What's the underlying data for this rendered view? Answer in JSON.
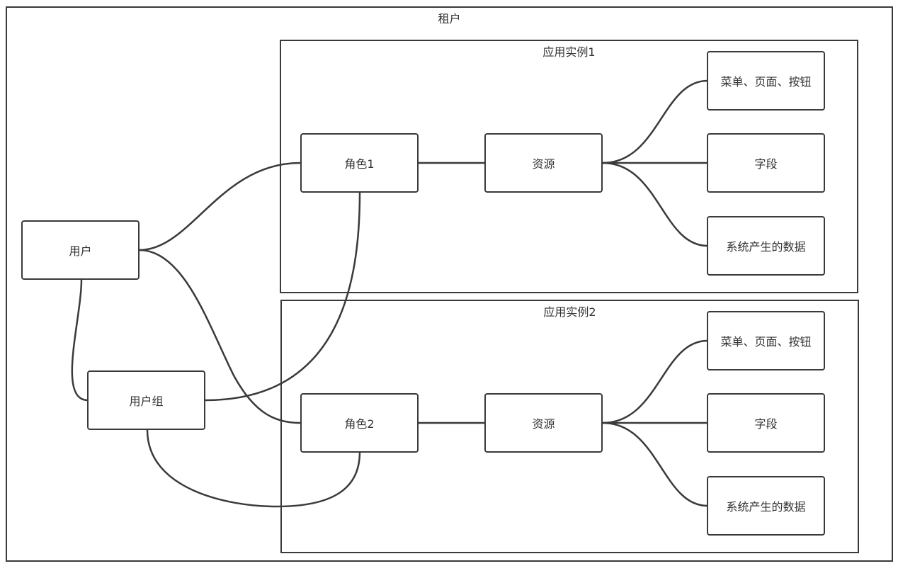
{
  "tenant": {
    "label": "租户"
  },
  "instances": [
    {
      "label": "应用实例1"
    },
    {
      "label": "应用实例2"
    }
  ],
  "nodes": {
    "user": "用户",
    "user_group": "用户组",
    "role1": "角色1",
    "role2": "角色2",
    "resource1": "资源",
    "resource2": "资源",
    "menu1": "菜单、页面、按钮",
    "field1": "字段",
    "sysdata1": "系统产生的数据",
    "menu2": "菜单、页面、按钮",
    "field2": "字段",
    "sysdata2": "系统产生的数据"
  },
  "colors": {
    "stroke": "#3a3a3a",
    "text": "#333333",
    "background": "#ffffff"
  }
}
